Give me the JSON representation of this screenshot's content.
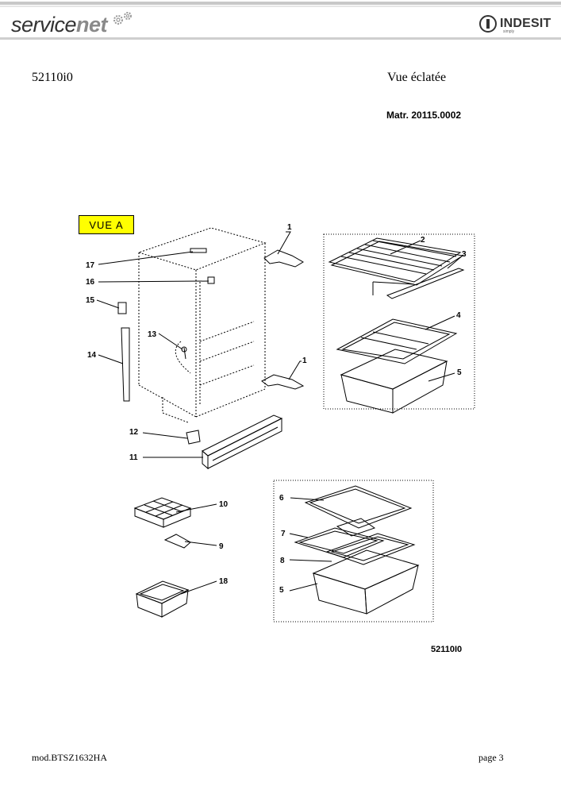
{
  "header": {
    "brand_part1": "service",
    "brand_part2": "net",
    "manufacturer": "INDESIT",
    "manufacturer_tagline": "simply"
  },
  "document": {
    "id": "52110i0",
    "type": "Vue éclatée",
    "matr": "Matr. 20115.0002",
    "view_label": "VUE A",
    "drawing_code": "52110I0"
  },
  "parts": {
    "p1a": "1",
    "p1b": "1",
    "p2": "2",
    "p3": "3",
    "p4": "4",
    "p5a": "5",
    "p6": "6",
    "p7": "7",
    "p8": "8",
    "p5b": "5",
    "p9": "9",
    "p10": "10",
    "p11": "11",
    "p12": "12",
    "p13": "13",
    "p14": "14",
    "p15": "15",
    "p16": "16",
    "p17": "17",
    "p18": "18"
  },
  "footer": {
    "model": "mod.BTSZ1632HA",
    "page": "page 3"
  }
}
